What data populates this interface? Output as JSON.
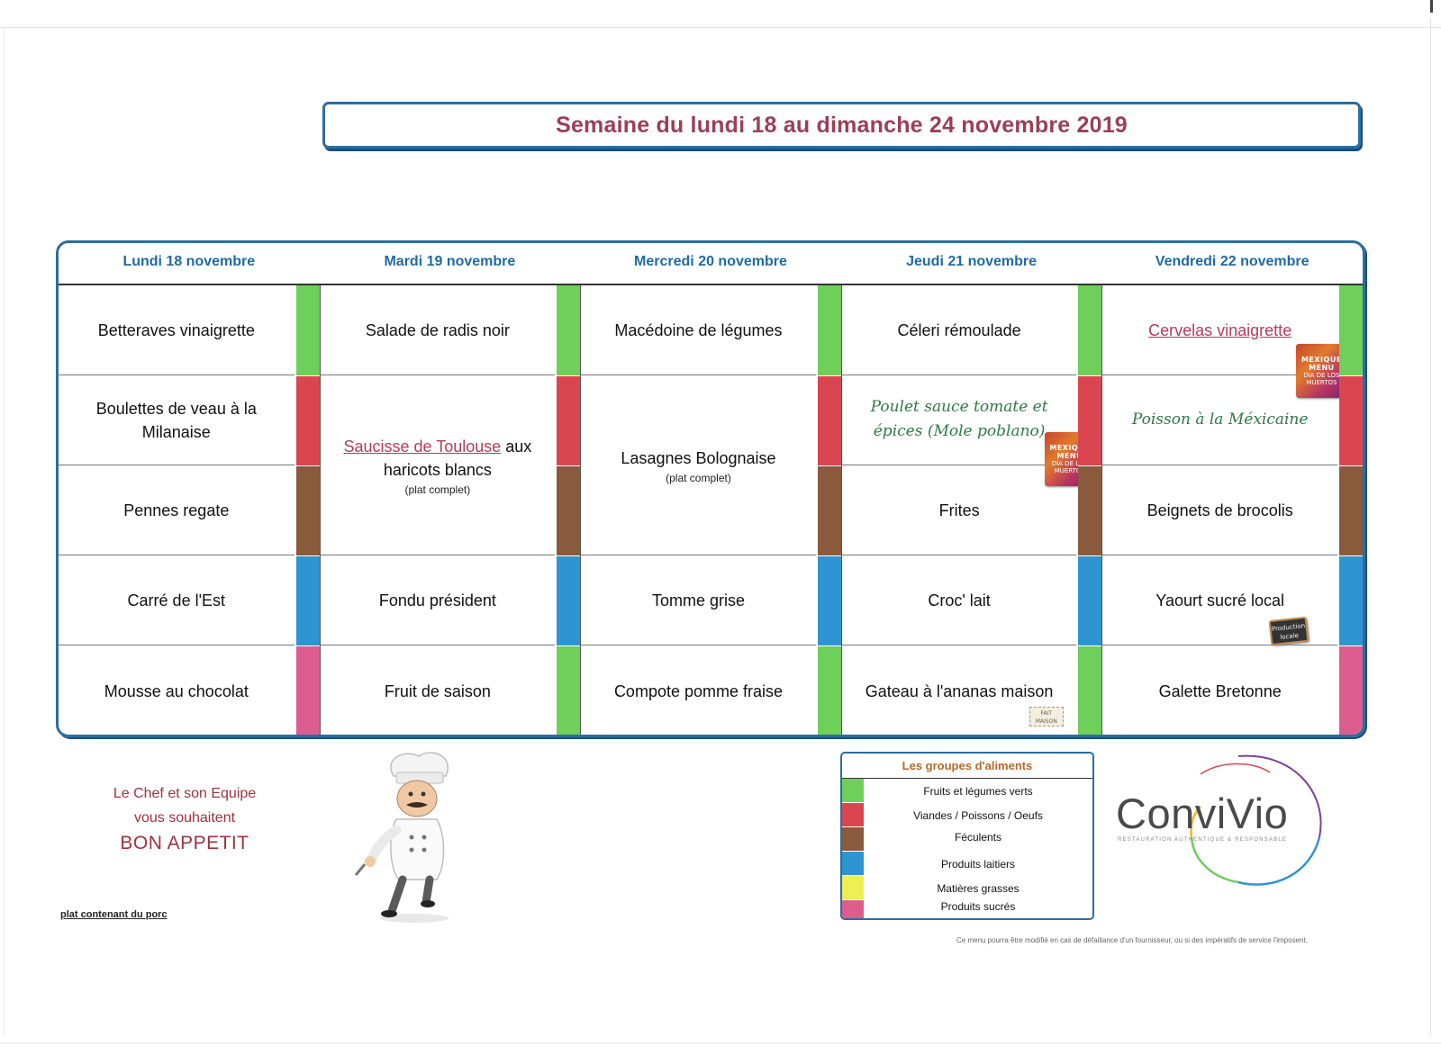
{
  "week_title": "Semaine du lundi 18 au dimanche 24 novembre 2019",
  "colors": {
    "frame": "#2b6ea3",
    "day_header": "#1f6aa6",
    "title": "#9b3f57",
    "green": "#6ecf5a",
    "red": "#d9464f",
    "brown": "#8a5a3c",
    "blue": "#2f95d2",
    "yellow": "#eeee55",
    "pink": "#dc5d8e"
  },
  "days": [
    {
      "header": "Lundi 18 novembre",
      "dishes": [
        {
          "text": "Betteraves vinaigrette"
        },
        {
          "text": "Boulettes de veau à la Milanaise"
        },
        {
          "text": "Pennes regate"
        },
        {
          "text": "Carré de l'Est"
        },
        {
          "text": "Mousse au chocolat"
        }
      ]
    },
    {
      "header": "Mardi 19 novembre",
      "dishes": [
        {
          "text": "Salade de radis noir"
        },
        {
          "pork": "Saucisse de Toulouse",
          "text": " aux haricots blancs",
          "note": "(plat complet)"
        },
        {
          "text": "Fondu président"
        },
        {
          "text": "Fruit de saison"
        }
      ]
    },
    {
      "header": "Mercredi 20 novembre",
      "dishes": [
        {
          "text": "Macédoine de légumes"
        },
        {
          "text": "Lasagnes Bolognaise",
          "note": "(plat complet)"
        },
        {
          "text": "Tomme grise"
        },
        {
          "text": "Compote pomme fraise"
        }
      ]
    },
    {
      "header": "Jeudi 21 novembre",
      "dishes": [
        {
          "text": "Céleri rémoulade"
        },
        {
          "text": "Poulet sauce tomate et épices (Mole poblano)"
        },
        {
          "text": "Frites"
        },
        {
          "text": "Croc' lait"
        },
        {
          "text": "Gateau à l'ananas maison"
        }
      ]
    },
    {
      "header": "Vendredi 22 novembre",
      "dishes": [
        {
          "pork": "Cervelas vinaigrette"
        },
        {
          "text": "Poisson à la Méxicaine"
        },
        {
          "text": "Beignets de brocolis"
        },
        {
          "text": "Yaourt sucré local"
        },
        {
          "text": "Galette Bretonne"
        }
      ]
    }
  ],
  "stickers": {
    "mexico_line1": "MEXIQUE",
    "mexico_line2": "MENU",
    "mexico_line3": "DÍA DE LOS MUERTOS",
    "local": "Production locale",
    "homemade": "FAIT MAISON"
  },
  "greeting": {
    "line1": "Le Chef et son Equipe",
    "line2": "vous souhaitent",
    "line3": "BON APPETIT"
  },
  "pork_note": "plat contenant du porc",
  "legend": {
    "title": "Les groupes d'aliments",
    "items": [
      {
        "label": "Fruits et légumes verts",
        "color": "#6ecf5a"
      },
      {
        "label": "Viandes / Poissons / Oeufs",
        "color": "#d9464f"
      },
      {
        "label": "Féculents",
        "color": "#8a5a3c"
      },
      {
        "label": "Produits laitiers",
        "color": "#2f95d2"
      },
      {
        "label": "Matières grasses",
        "color": "#eeee55"
      },
      {
        "label": "Produits sucrés",
        "color": "#dc5d8e"
      }
    ]
  },
  "logo": {
    "name": "ConviVio",
    "tagline": "RESTAURATION AUTHENTIQUE & RESPONSABLE"
  },
  "disclaimer": "Ce menu pourra être modifié en cas de défaillance d'un fournisseur, ou si des impératifs de service l'imposent."
}
